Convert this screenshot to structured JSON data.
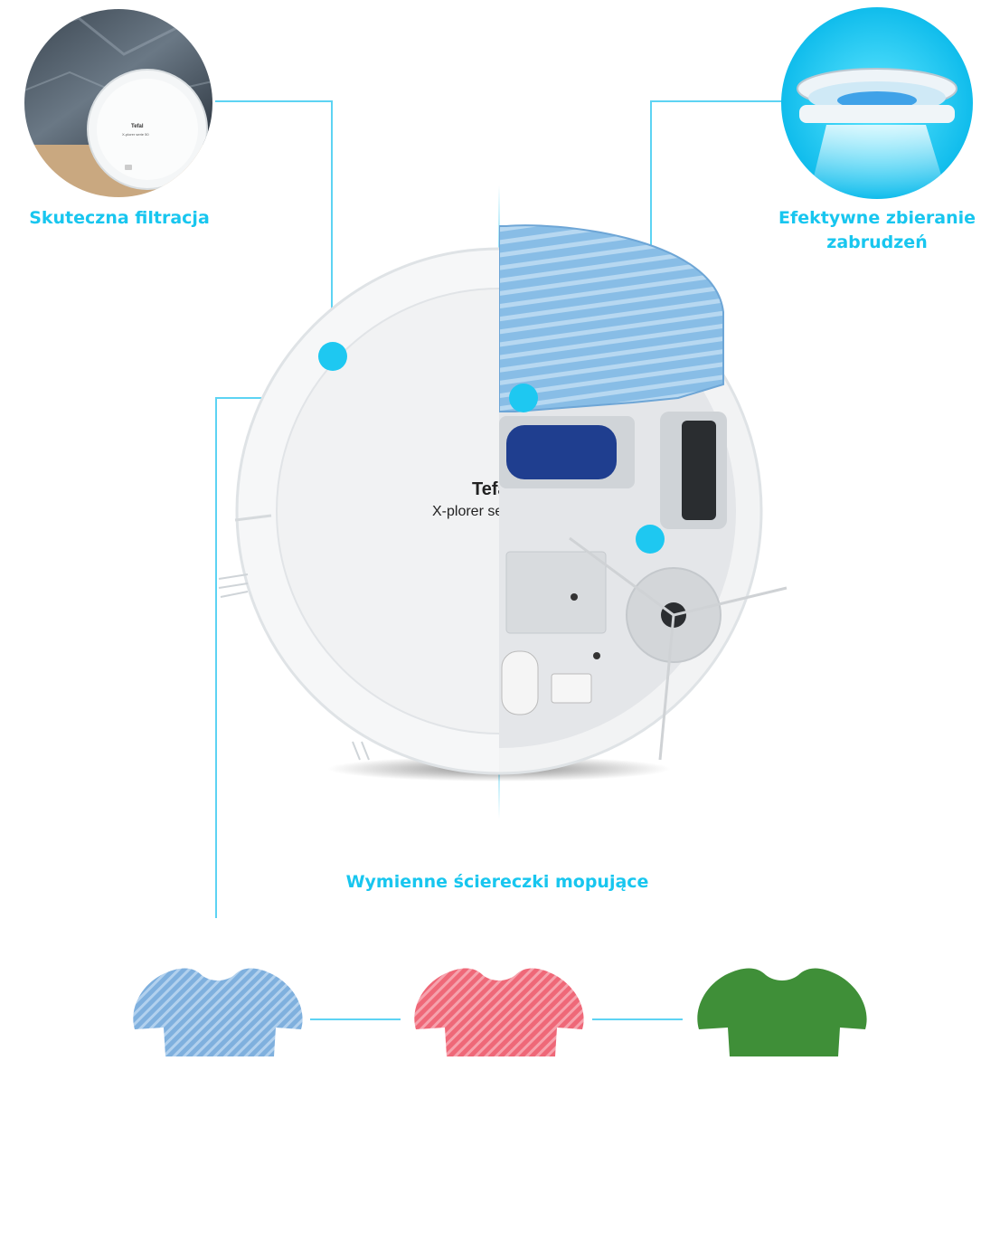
{
  "labels": {
    "filtration": "Skuteczna filtracja",
    "dirt_line1": "Efektywne zbieranie",
    "dirt_line2": "zabrudzeń",
    "mops": "Wymienne ściereczki mopujące"
  },
  "robot": {
    "brand": "Tefal",
    "model": "X-plorer serie 50"
  },
  "mop_colors": [
    "#7fb0de",
    "#ef6878",
    "#3f8f38"
  ],
  "colors": {
    "accent": "#1ec8f1",
    "line": "#5dd3f3"
  }
}
